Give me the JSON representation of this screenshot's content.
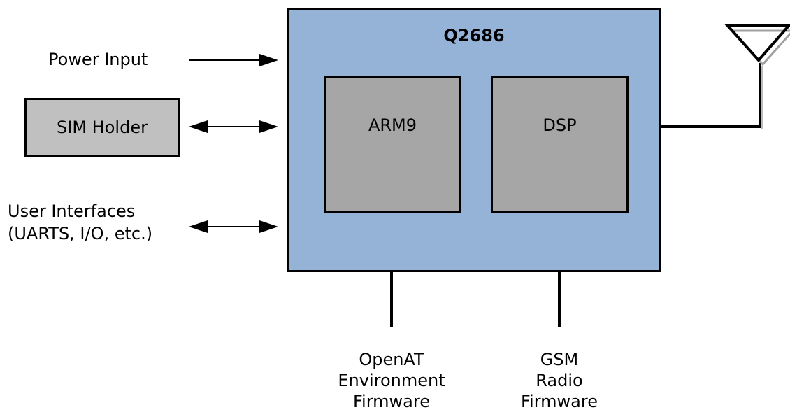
{
  "colors": {
    "module_fill": "#95b3d7",
    "chip_fill": "#a6a6a6",
    "sim_fill": "#c0c0c0",
    "stroke": "#000000",
    "antenna_shadow": "#a0a0a0"
  },
  "module": {
    "title": "Q2686",
    "processors": [
      {
        "label": "ARM9"
      },
      {
        "label": "DSP"
      }
    ]
  },
  "inputs": {
    "power": "Power Input",
    "sim": "SIM Holder",
    "user_interfaces_line1": "User Interfaces",
    "user_interfaces_line2": "(UARTS, I/O, etc.)"
  },
  "firmware": {
    "openat": [
      "OpenAT",
      "Environment",
      "Firmware"
    ],
    "gsm": [
      "GSM",
      "Radio",
      "Firmware"
    ]
  },
  "icons": {
    "antenna": "antenna-icon",
    "arrow": "arrow-icon"
  }
}
